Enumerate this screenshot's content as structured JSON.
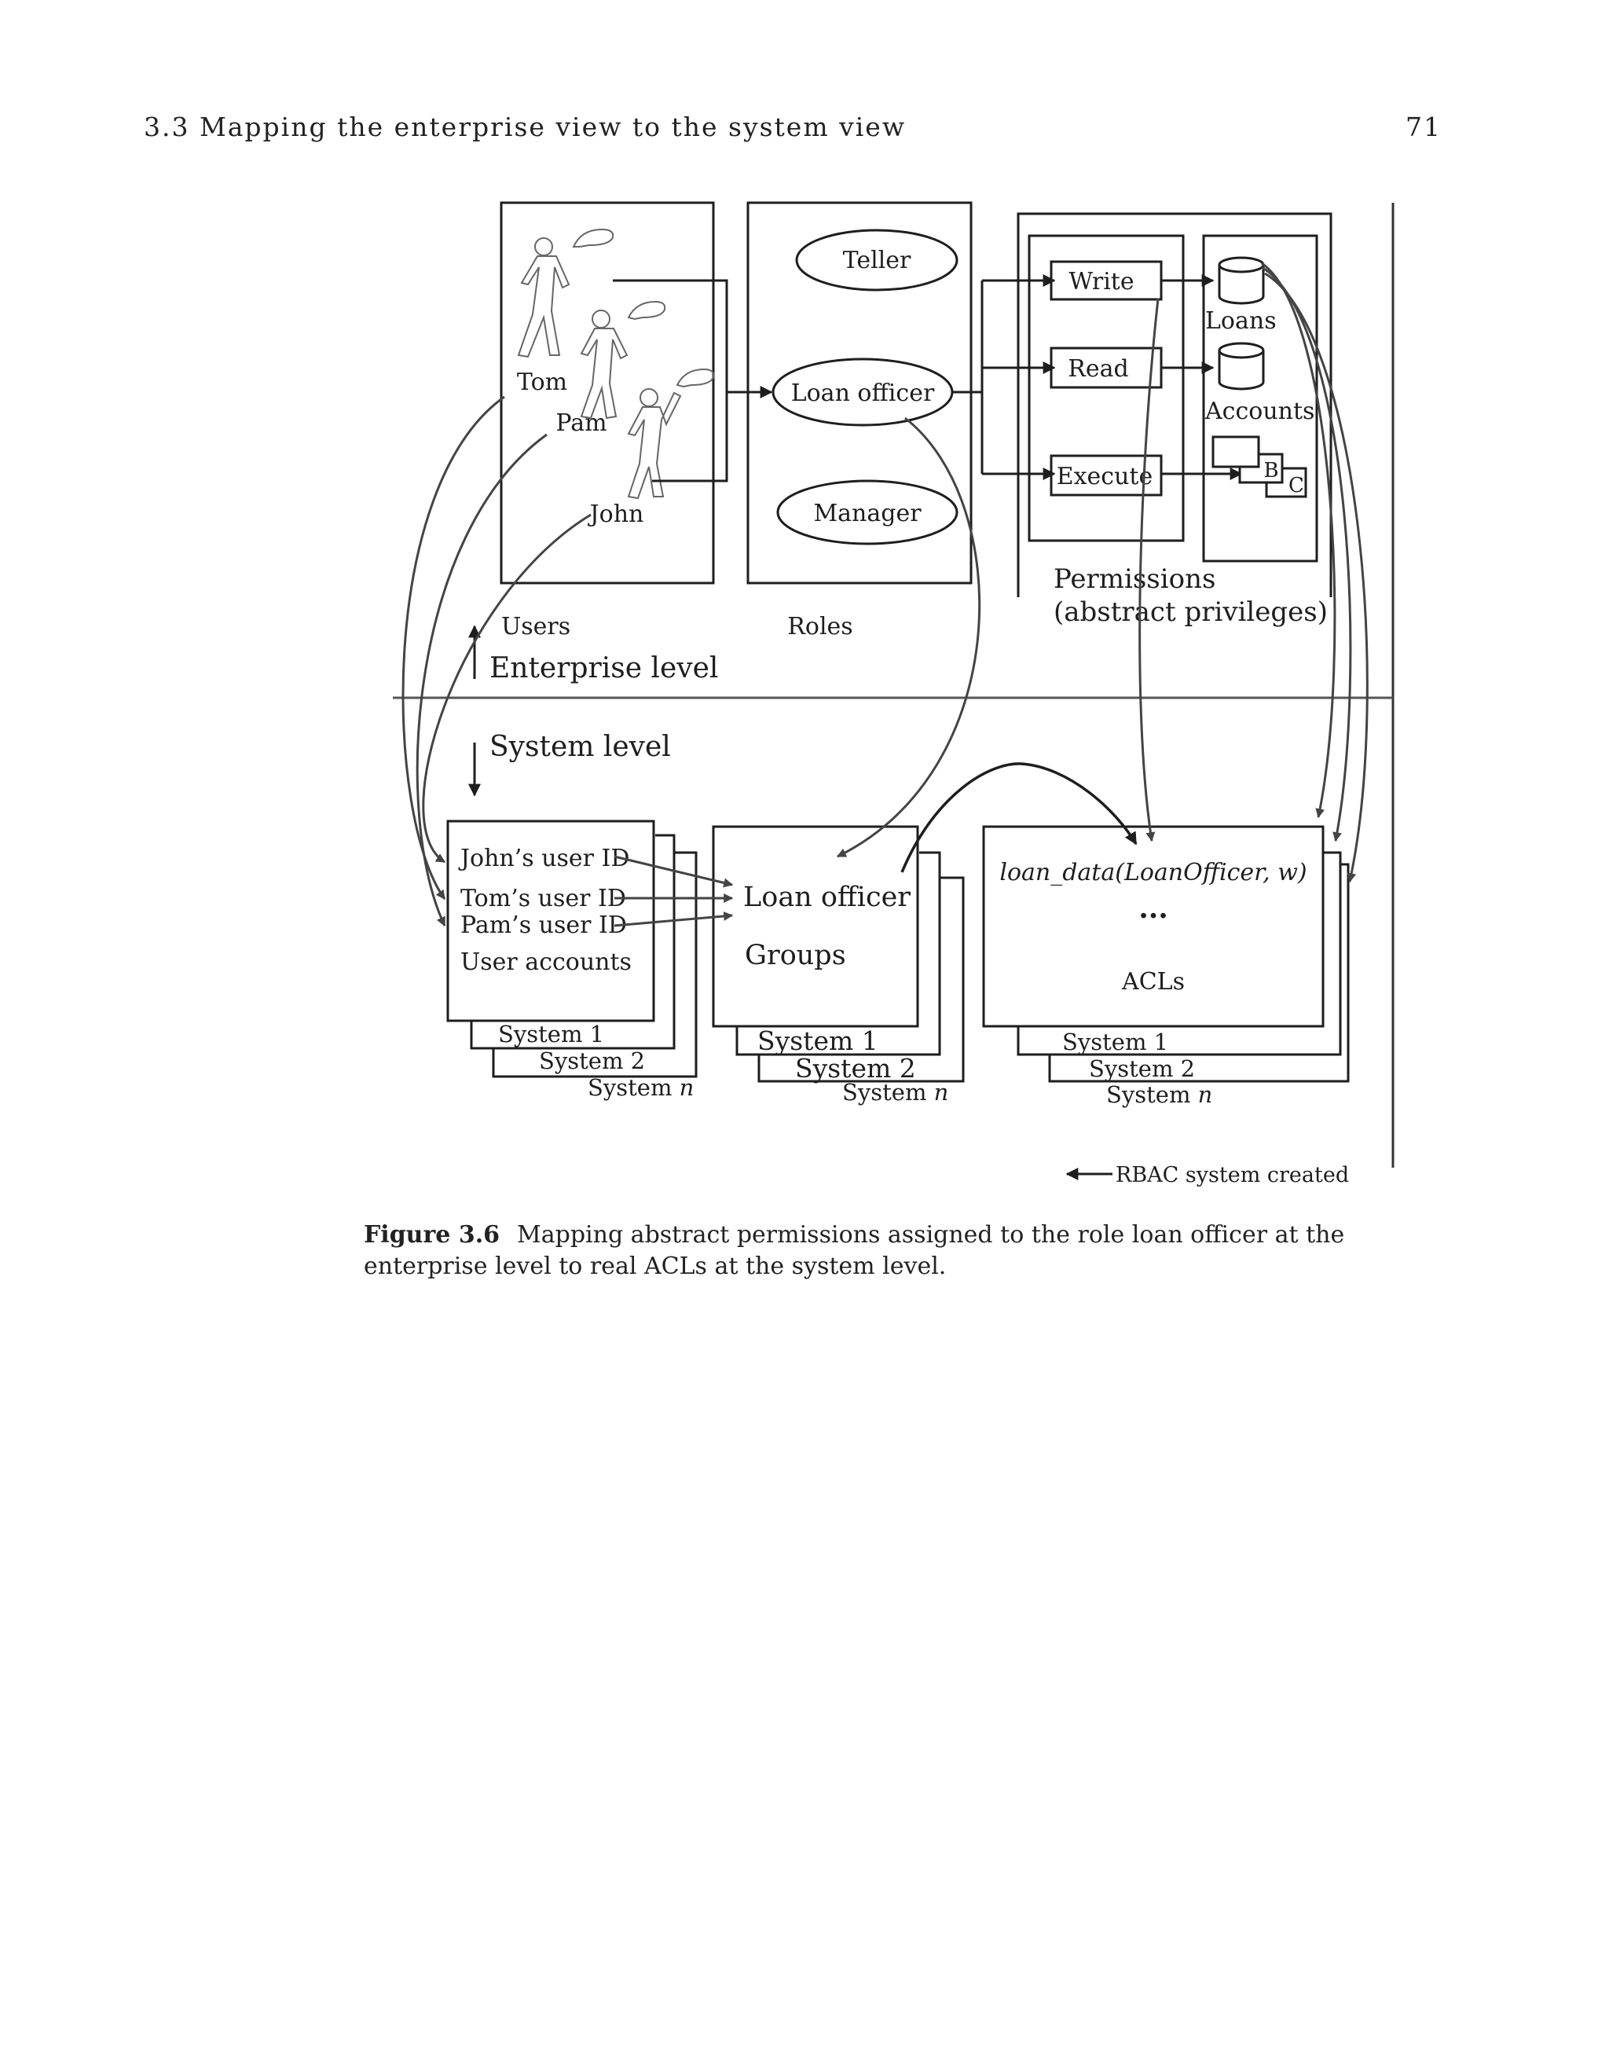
{
  "header": {
    "section": "3.3   Mapping the enterprise view to the system view",
    "page_number": "71"
  },
  "figure": {
    "users": {
      "tom": "Tom",
      "pam": "Pam",
      "john": "John",
      "label": "Users"
    },
    "roles": {
      "teller": "Teller",
      "loan_officer": "Loan officer",
      "manager": "Manager",
      "label": "Roles"
    },
    "operations": {
      "write": "Write",
      "read": "Read",
      "execute": "Execute"
    },
    "objects": {
      "loans": "Loans",
      "accounts": "Accounts",
      "b": "B",
      "c": "C"
    },
    "permissions_label": {
      "line1": "Permissions",
      "line2": "(abstract privileges)"
    },
    "levels": {
      "enterprise": "Enterprise level",
      "system": "System level"
    },
    "user_accounts": {
      "john_id": "John’s user ID",
      "tom_id": "Tom’s user ID",
      "pam_id": "Pam’s user ID",
      "label": "User accounts",
      "system1": "System 1",
      "system2": "System 2",
      "system_n_prefix": "System ",
      "system_n_var": "n"
    },
    "groups": {
      "loan_officer": "Loan officer",
      "label": "Groups",
      "system1": "System 1",
      "system2": "System 2",
      "system_n_prefix": "System ",
      "system_n_var": "n"
    },
    "acls": {
      "entry": "loan_data(LoanOfficer, w)",
      "ellipsis": "...",
      "label": "ACLs",
      "system1": "System 1",
      "system2": "System 2",
      "system_n_prefix": "System ",
      "system_n_var": "n"
    },
    "legend": "RBAC system created"
  },
  "caption": {
    "label": "Figure 3.6",
    "text": "Mapping abstract permissions assigned to the role loan officer at the enterprise level to real ACLs at the system level."
  }
}
